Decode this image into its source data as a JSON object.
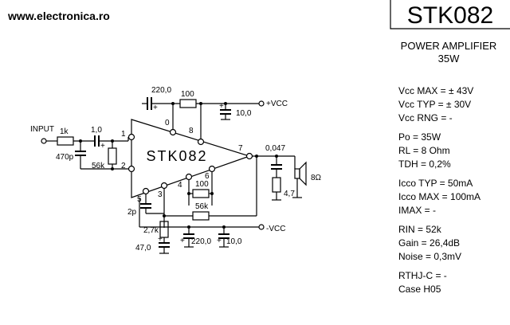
{
  "header": {
    "website": "www.electronica.ro",
    "chip_title": "STK082",
    "subtitle_line1": "POWER AMPLIFIER",
    "subtitle_line2": "35W"
  },
  "chip": {
    "label": "STK082"
  },
  "components": {
    "input_label": "INPUT",
    "r_input": "1k",
    "c_input": "1,0",
    "c_470p": "470p",
    "r_56k_in": "56k",
    "c_220_top": "220,0",
    "r_100_top": "100",
    "c_10_top": "10,0",
    "vcc_pos": "+VCC",
    "c_out": "0,047",
    "r_4_7": "4,7",
    "speaker": "8Ω",
    "r_100_fb": "100",
    "r_56k_fb": "56k",
    "c_2p": "2p",
    "r_2_7k": "2,7k",
    "c_47": "47,0",
    "c_220_bot": "220,0",
    "c_10_bot": "10,0",
    "vcc_neg": "-VCC"
  },
  "pins": [
    "1",
    "2",
    "3",
    "4",
    "5",
    "6",
    "7",
    "8",
    "0"
  ],
  "specs": [
    "Vcc MAX = ± 43V",
    "Vcc TYP = ± 30V",
    "Vcc RNG =  -",
    "Po = 35W",
    "RL = 8 Ohm",
    "TDH = 0,2%",
    "Icco TYP = 50mA",
    "Icco MAX = 100mA",
    "IMAX =  -",
    "RIN = 52k",
    "Gain = 26,4dB",
    "Noise = 0,3mV",
    "RTHJ-C =  -",
    "Case H05"
  ]
}
